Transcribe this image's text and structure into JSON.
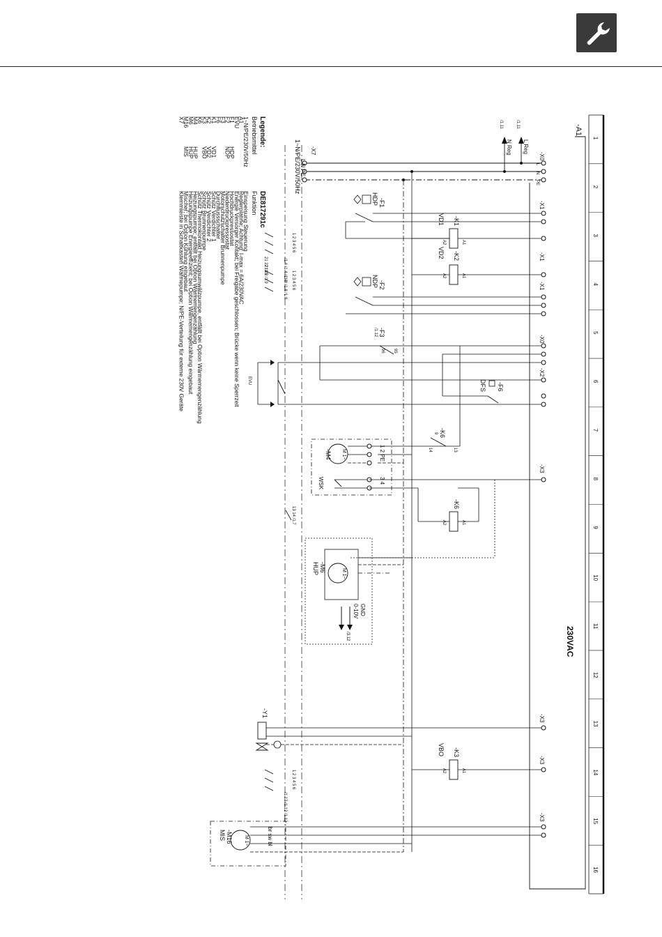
{
  "header": {
    "icon": "wrench-icon"
  },
  "frame": {
    "ruler_numbers": [
      "1",
      "2",
      "3",
      "4",
      "5",
      "6",
      "7",
      "8",
      "9",
      "10",
      "11",
      "12",
      "13",
      "14",
      "15",
      "16"
    ],
    "controller_label": "-A1",
    "voltage_label": "230VAC"
  },
  "terminals": {
    "x0_top": "-X0",
    "x1_a": "-X1",
    "x1_b": "-X1",
    "x1_c": "-X1",
    "x0_mid": "-X0",
    "x2": "-X2",
    "x3_a": "-X3",
    "x3_b": "-X3",
    "x3_c": "-X3",
    "x3_d": "-X3",
    "l_reg": "L Reg",
    "n_reg": "N Reg",
    "l_reg_ref": "/1.11",
    "n_reg_ref": "/1.11",
    "l": "L",
    "n": "N",
    "pe": "PE"
  },
  "supply": {
    "terminal": "-X7",
    "conductors": "L  N  PE",
    "label": "1~N/PE/230V/50Hz"
  },
  "components": {
    "f1": {
      "ref": "-F1",
      "name": "HDP"
    },
    "f2": {
      "ref": "-F2",
      "name": "NDP"
    },
    "f3": {
      "ref": "-F3",
      "ref_page": "/1.12",
      "pin_a": "95",
      "pin_b": "96"
    },
    "f6": {
      "ref": "-F6",
      "name": "DFS"
    },
    "k1": {
      "ref": "-K1",
      "name": "VD1",
      "a1": "A1",
      "a2": "A2"
    },
    "k2": {
      "ref": "-K2",
      "name": "VD2",
      "a1": "A1",
      "a2": "A2"
    },
    "k3": {
      "ref": "-K3",
      "name": "VBO",
      "a1": "A1",
      "a2": "A2"
    },
    "k6": {
      "ref": "-K6",
      "a1": "A1",
      "a2": "A2"
    },
    "k6_contact": {
      "ref": "-K6",
      "pin_a": "13",
      "pin_b": "14",
      "pin_c": "9"
    },
    "evu": {
      "name": "EVU"
    },
    "m4": {
      "ref": "-M4",
      "symbol": "M 1~",
      "terminals": "1  2  PE",
      "wsk": "WSK",
      "wsk_terms": "3  4"
    },
    "m6": {
      "ref": "-M6",
      "name": "HUP",
      "symbol": "M 1~",
      "gnd": "GND",
      "v010": "0-10V",
      "ref_page": "/3.12"
    },
    "m16": {
      "ref": "-M16",
      "name": "MIS",
      "symbol": "M 1~",
      "wires": "br  sw  bl"
    },
    "y1": {
      "ref": "-Y1"
    }
  },
  "legend": {
    "title": "Legende:",
    "doc_code": "DE817291c",
    "col_header_a": "Betriebsmittel",
    "col_header_b": "Funktion",
    "items": [
      {
        "code": "1~N/PE/230V/50Hz",
        "abbr": "",
        "desc": "Einspeisung Steuerung"
      },
      {
        "code": "A1",
        "abbr": "",
        "desc": "Reglerplatine; Achtung: I-max = 6A/230VAC"
      },
      {
        "code": "EVU",
        "abbr": "",
        "desc": "Energie Versorger Kontakt; bei Freigabe geschlossen; Brücke wenn keine Sperrzeit"
      },
      {
        "code": "F1",
        "abbr": "HDP",
        "desc": "Hochdruckpressostat"
      },
      {
        "code": "F2",
        "abbr": "NDP",
        "desc": "Niederdruckpressostat"
      },
      {
        "code": "F3",
        "abbr": "",
        "desc": "Motorschutzschalter Brunnenpumpe"
      },
      {
        "code": "F6",
        "abbr": "",
        "desc": "Durchflussschalter"
      },
      {
        "code": "K1",
        "abbr": "VD1",
        "desc": "Schütz Verdichter 1"
      },
      {
        "code": "K2",
        "abbr": "VD2",
        "desc": "Schütz Verdichter 2"
      },
      {
        "code": "K3",
        "abbr": "VBO",
        "desc": "Schütz Brunnenpumpe"
      },
      {
        "code": "K6",
        "abbr": "",
        "desc": "Schütz Thermokontakt Heizungsumwälzpumpe, entfällt bei Option Wärmemengenzählung"
      },
      {
        "code": "M4",
        "abbr": "HUP",
        "desc": "Heizungspumpe; entfällt bei Option Wärmemengenzählung"
      },
      {
        "code": "M6",
        "abbr": "HUP",
        "desc": "Heizungspumpe Energieeffizient; bei Option Wärmemengenzählung eingebaut"
      },
      {
        "code": "M16",
        "abbr": "MIS",
        "desc": "Mischer; bei Option Kühlung eingebaut"
      },
      {
        "code": "X7",
        "abbr": "",
        "desc": "Klemmleiste in Schaltkasten Wärmepumpe; N/PE-Verteilung für externe 230V Geräte"
      }
    ]
  },
  "contact_refs": {
    "k1_a": [
      "1",
      "2",
      "3",
      "4",
      "5",
      "6"
    ],
    "k1_b": [
      "/1.4",
      "/1.4",
      "/1.4"
    ],
    "k1_aux": [
      "21",
      "22",
      "/1.5"
    ],
    "k2_a": [
      "1",
      "2",
      "3",
      "4",
      "5",
      "6"
    ],
    "k2_b": [
      "/1.8",
      "/1.8",
      "/1.8"
    ],
    "k2_aux": [
      "21",
      "22",
      "/1.9"
    ],
    "k6": [
      "13",
      "14",
      "/1.7"
    ],
    "k3_a": [
      "1",
      "2",
      "3",
      "4",
      "5",
      "6"
    ],
    "k3_b": [
      "/1.12",
      "/1.12",
      "/1.12"
    ]
  }
}
